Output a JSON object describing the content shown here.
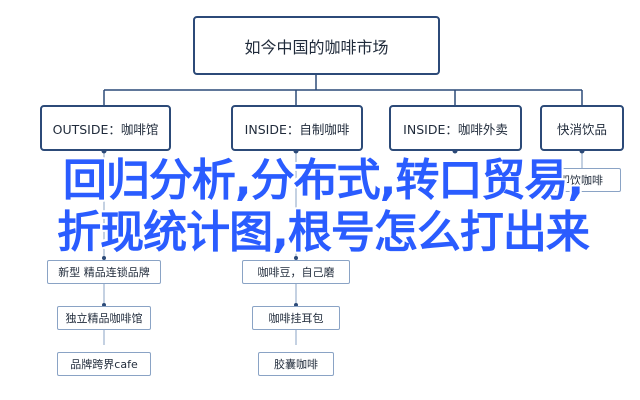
{
  "root": {
    "label": "如今中国的咖啡市场"
  },
  "branches": [
    {
      "label": "OUTSIDE：咖啡馆",
      "leaves": [
        "新型 精品连锁品牌",
        "独立精品咖啡馆",
        "品牌跨界cafe"
      ]
    },
    {
      "label": "INSIDE：自制咖啡",
      "leaves": [
        "咖啡豆，自己磨",
        "咖啡挂耳包",
        "胶囊咖啡"
      ]
    },
    {
      "label": "INSIDE：咖啡外卖",
      "leaves": []
    },
    {
      "label": "快消饮品",
      "leaves": [
        "即饮咖啡"
      ]
    }
  ],
  "overlay": {
    "line1": "回归分析,分布式,转口贸易,",
    "line2": "折现统计图,根号怎么打出来"
  },
  "colors": {
    "box_border": "#2c4a78",
    "leaf_border": "#8aa3c5",
    "overlay_text": "#2a5cff"
  }
}
